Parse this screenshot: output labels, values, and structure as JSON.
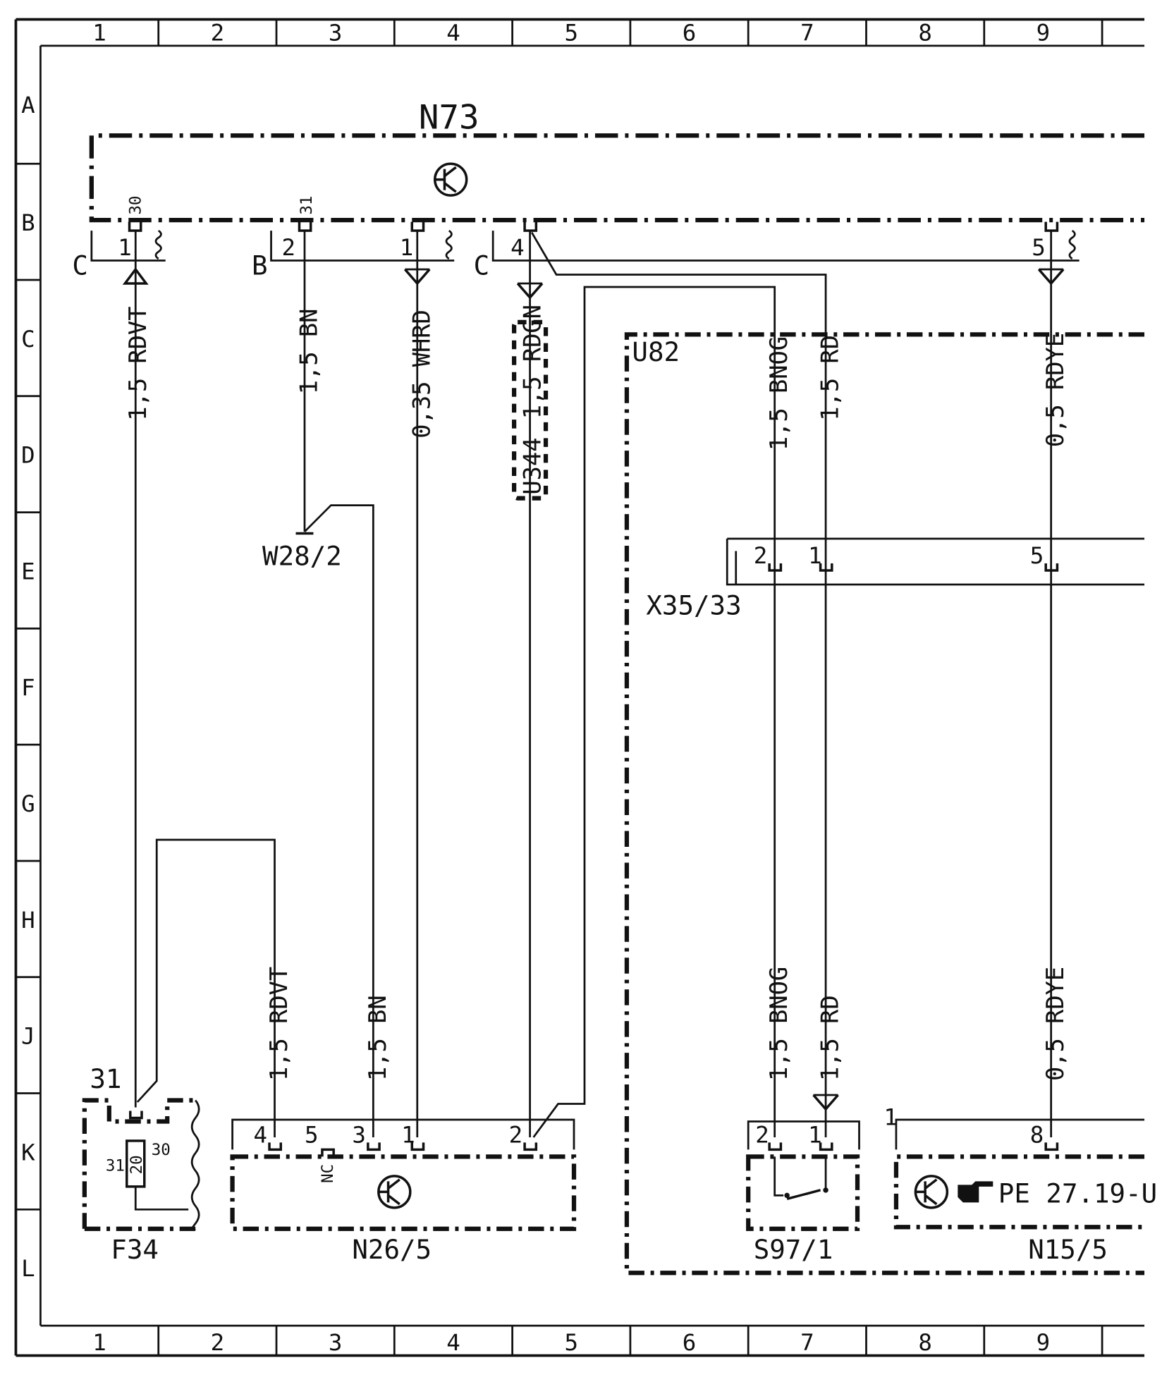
{
  "grid": {
    "columns": [
      "1",
      "2",
      "3",
      "4",
      "5",
      "6",
      "7",
      "8",
      "9"
    ],
    "rows": [
      "A",
      "B",
      "C",
      "D",
      "E",
      "F",
      "G",
      "H",
      "J",
      "K",
      "L"
    ]
  },
  "components": {
    "n73": "N73",
    "u82": "U82",
    "x35_33": "X35/33",
    "w28_2": "W28/2",
    "f34": "F34",
    "n26_5": "N26/5",
    "s97_1": "S97/1",
    "n15_5": "N15/5",
    "u344": "U344"
  },
  "wires": {
    "w_rdvt_top": "1,5 RDVT",
    "w_bn_top": "1,5 BN",
    "w_whrd": "0,35 WHRD",
    "w_rdgn": "1,5 RDGN",
    "w_bnog_top": "1,5 BNOG",
    "w_rd_top": "1,5 RD",
    "w_rdye_top": "0,5 RDYE",
    "w_rdvt_bot": "1,5 RDVT",
    "w_bn_bot": "1,5 BN",
    "w_bnog_bot": "1,5 BNOG",
    "w_rd_bot": "1,5 RD",
    "w_rdye_bot": "0,5 RDYE"
  },
  "pins": {
    "n73_30": "30",
    "n73_31": "31",
    "n73_p1a": "1",
    "n73_p2": "2",
    "n73_p1b": "1",
    "n73_p4": "4",
    "n73_p5": "5",
    "conn_c1": "C",
    "conn_b": "B",
    "conn_c2": "C",
    "x35_p2": "2",
    "x35_p1": "1",
    "x35_p5": "5",
    "f34_31_top": "31",
    "f34_31_left": "31",
    "f34_30": "30",
    "f34_20": "20",
    "n26_p4": "4",
    "n26_p5": "5",
    "n26_p3": "3",
    "n26_p1": "1",
    "n26_p2": "2",
    "n26_nc": "NC",
    "s97_p2": "2",
    "s97_p1": "1",
    "n15_top": "1",
    "n15_p8": "8"
  },
  "reference": "PE 27.19-U"
}
